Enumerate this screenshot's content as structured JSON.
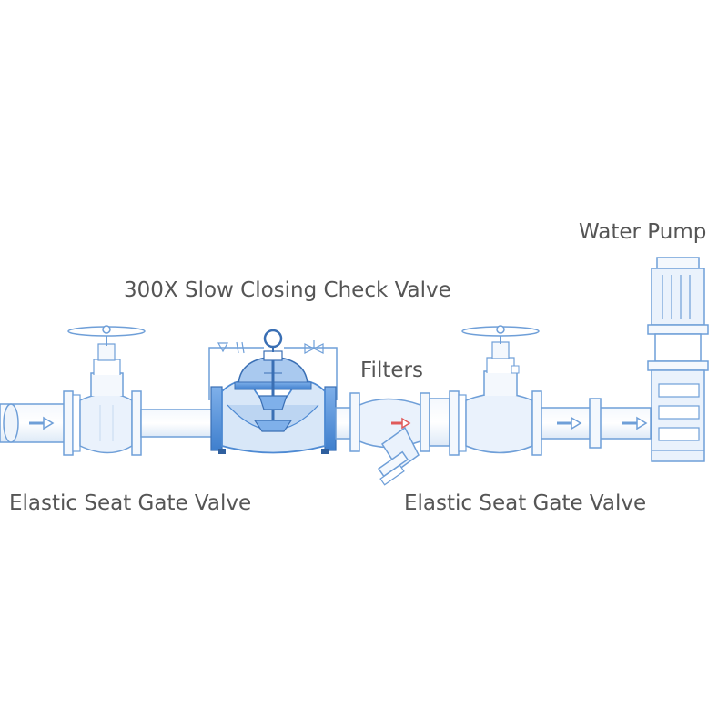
{
  "labels": {
    "water_pump": "Water Pump",
    "check_valve": "300X Slow Closing Check Valve",
    "filters": "Filters",
    "gate_valve_left": "Elastic Seat Gate Valve",
    "gate_valve_right": "Elastic Seat Gate Valve"
  },
  "colors": {
    "line": "#6f9fd8",
    "fill_light": "#e9f2fc",
    "fill_mid": "#d3e4f7",
    "valve_blue": "#4e8ad3",
    "valve_dark": "#3a6fb4",
    "arrow_red": "#e05a5a",
    "label_text": "#555555"
  }
}
